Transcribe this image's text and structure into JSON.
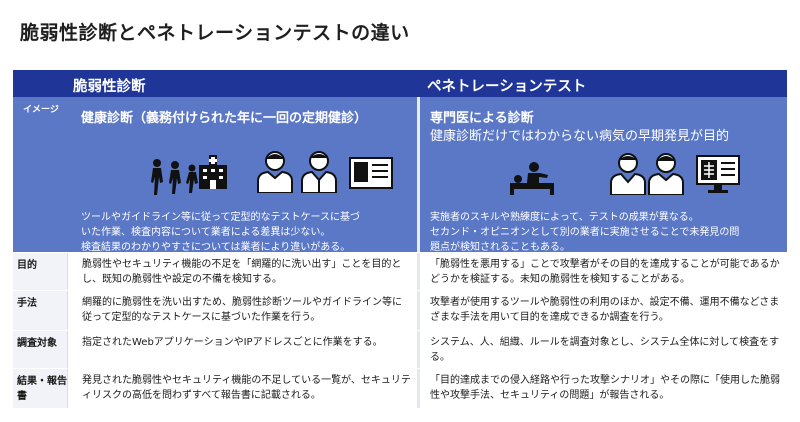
{
  "title": "脆弱性診断とペネトレーションテストの違い",
  "columns": {
    "vuln": "脆弱性診断",
    "pentest": "ペネトレーションテスト"
  },
  "image_row": {
    "label": "イメージ",
    "vuln_heading": "健康診断（義務付けられた年に一回の定期健診）",
    "vuln_desc_1": "ツールやガイドライン等に従って定型的なテストケースに基づ",
    "vuln_desc_2": "いた作業、検査内容について業者による差異は少ない。",
    "vuln_desc_3": "検査結果のわかりやすさについては業者により違いがある。",
    "pen_heading_1": "専門医による診断",
    "pen_heading_2": "健康診断だけではわからない病気の早期発見が目的",
    "pen_desc_1": "実施者のスキルや熟練度によって、テストの成果が異なる。",
    "pen_desc_2": "セカンド・オピニオンとして別の業者に実施させることで未発見の問",
    "pen_desc_3": "題点が検知されることもある。"
  },
  "rows": [
    {
      "label": "目的",
      "vuln": "脆弱性やセキュリティ機能の不足を「網羅的に洗い出す」ことを目的とし、既知の脆弱性や設定の不備を検知する。",
      "pentest": "「脆弱性を悪用する」ことで攻撃者がその目的を達成することが可能であるかどうかを検証する。未知の脆弱性を検知することがある。"
    },
    {
      "label": "手法",
      "vuln": "網羅的に脆弱性を洗い出すため、脆弱性診断ツールやガイドライン等に従って定型的なテストケースに基づいた作業を行う。",
      "pentest": "攻撃者が使用するツールや脆弱性の利用のほか、設定不備、運用不備などさまざまな手法を用いて目的を達成できるか調査を行う。"
    },
    {
      "label": "調査対象",
      "vuln": "指定されたWebアプリケーションやIPアドレスごとに作業をする。",
      "pentest": "システム、人、組織、ルールを調査対象とし、システム全体に対して検査をする。"
    },
    {
      "label": "結果・報告書",
      "vuln": "発見された脆弱性やセキュリティ機能の不足している一覧が、セキュリティリスクの高低を問わずすべて報告書に記載される。",
      "pentest": "「目的達成までの侵入経路や行った攻撃シナリオ」やその際に「使用した脆弱性や攻撃手法、セキュリティの問題」が報告される。"
    }
  ],
  "icons": [
    "people-walking-icon",
    "hospital-icon",
    "nurse-icon",
    "doctor-icon",
    "medical-chart-icon",
    "patient-bed-icon",
    "doctors-pair-icon",
    "xray-monitor-icon"
  ]
}
